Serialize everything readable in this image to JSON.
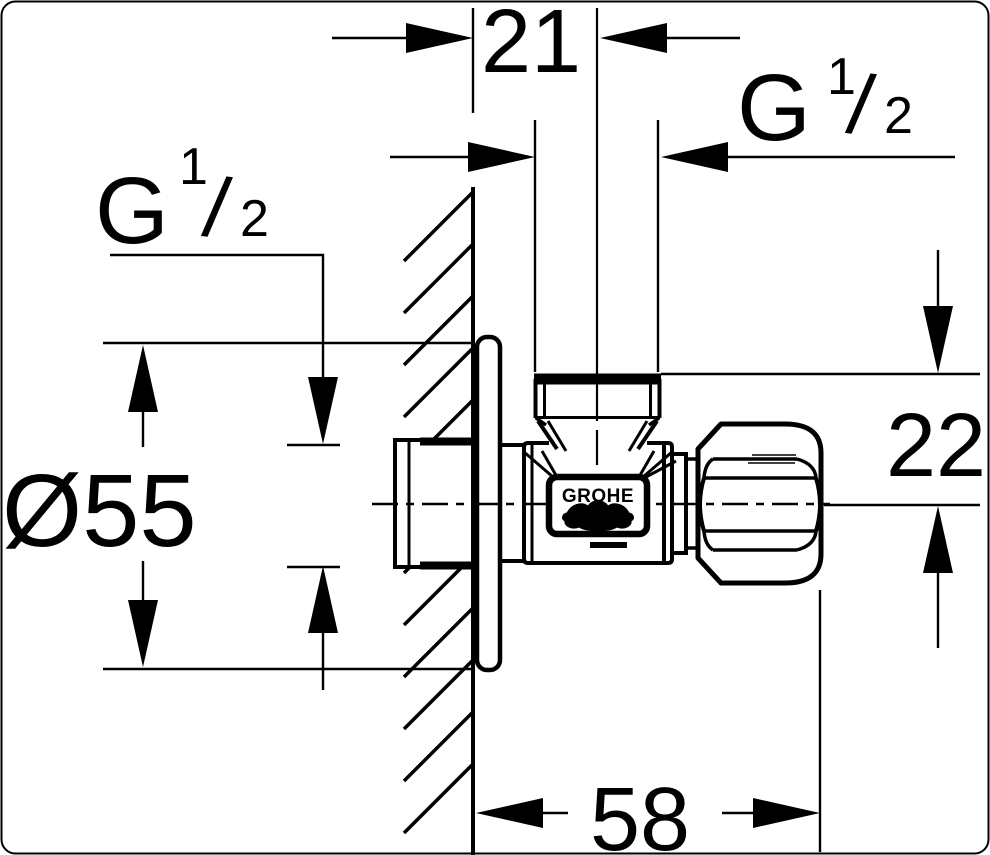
{
  "drawing": {
    "brand_logo": "GROHE",
    "dimensions": {
      "top_width": "21",
      "side_height": "22",
      "bottom_depth": "58",
      "flange_diameter": "Ø55"
    },
    "thread_top": {
      "letter": "G",
      "numerator": "1",
      "slash": "/",
      "denominator": "2"
    },
    "thread_left": {
      "letter": "G",
      "numerator": "1",
      "slash": "/",
      "denominator": "2"
    },
    "colors": {
      "ink": "#000000",
      "paper": "#ffffff",
      "frame": "#d6d6d6"
    }
  }
}
